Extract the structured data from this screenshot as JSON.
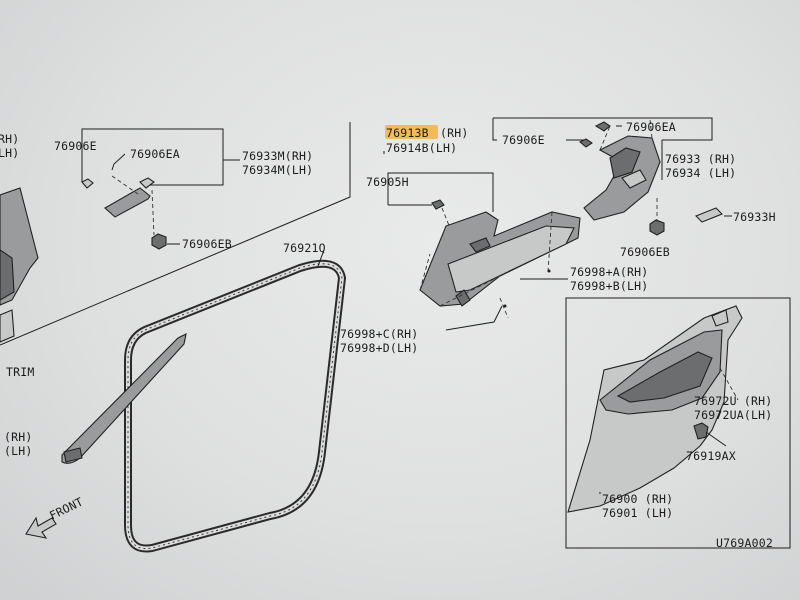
{
  "labels": {
    "l_76906E_left": "76906E",
    "l_76906EA_left": "76906EA",
    "l_76933M": "76933M(RH)",
    "l_76934M": "76934M(LH)",
    "l_76906EB_left": "76906EB",
    "l_rh_edge": "RH)",
    "l_lh_edge": "LH)",
    "l_76921Q": "76921Q",
    "l_trim": "TRIM",
    "l_rh_lower": "(RH)",
    "l_lh_lower": "(LH)",
    "l_front": "FRONT",
    "l_76913B": "76913B",
    "l_76913B_rh": "(RH)",
    "l_76914B": "76914B(LH)",
    "l_76905H": "76905H",
    "l_76906E_right": "76906E",
    "l_76906EA_right": "76906EA",
    "l_76933": "76933 (RH)",
    "l_76934": "76934 (LH)",
    "l_76933H": "76933H",
    "l_76906EB_right": "76906EB",
    "l_76998A": "76998+A(RH)",
    "l_76998B": "76998+B(LH)",
    "l_76998C": "76998+C(RH)",
    "l_76998D": "76998+D(LH)",
    "l_76972U": "76972U (RH)",
    "l_76972UA": "76972UA(LH)",
    "l_76919AX": "76919AX",
    "l_76900": "76900 (RH)",
    "l_76901": "76901 (LH)",
    "l_code": "U769A002"
  },
  "colors": {
    "highlight": "#f4b33c",
    "paper": "#e4e5e5",
    "ink": "#1c1c1c"
  }
}
